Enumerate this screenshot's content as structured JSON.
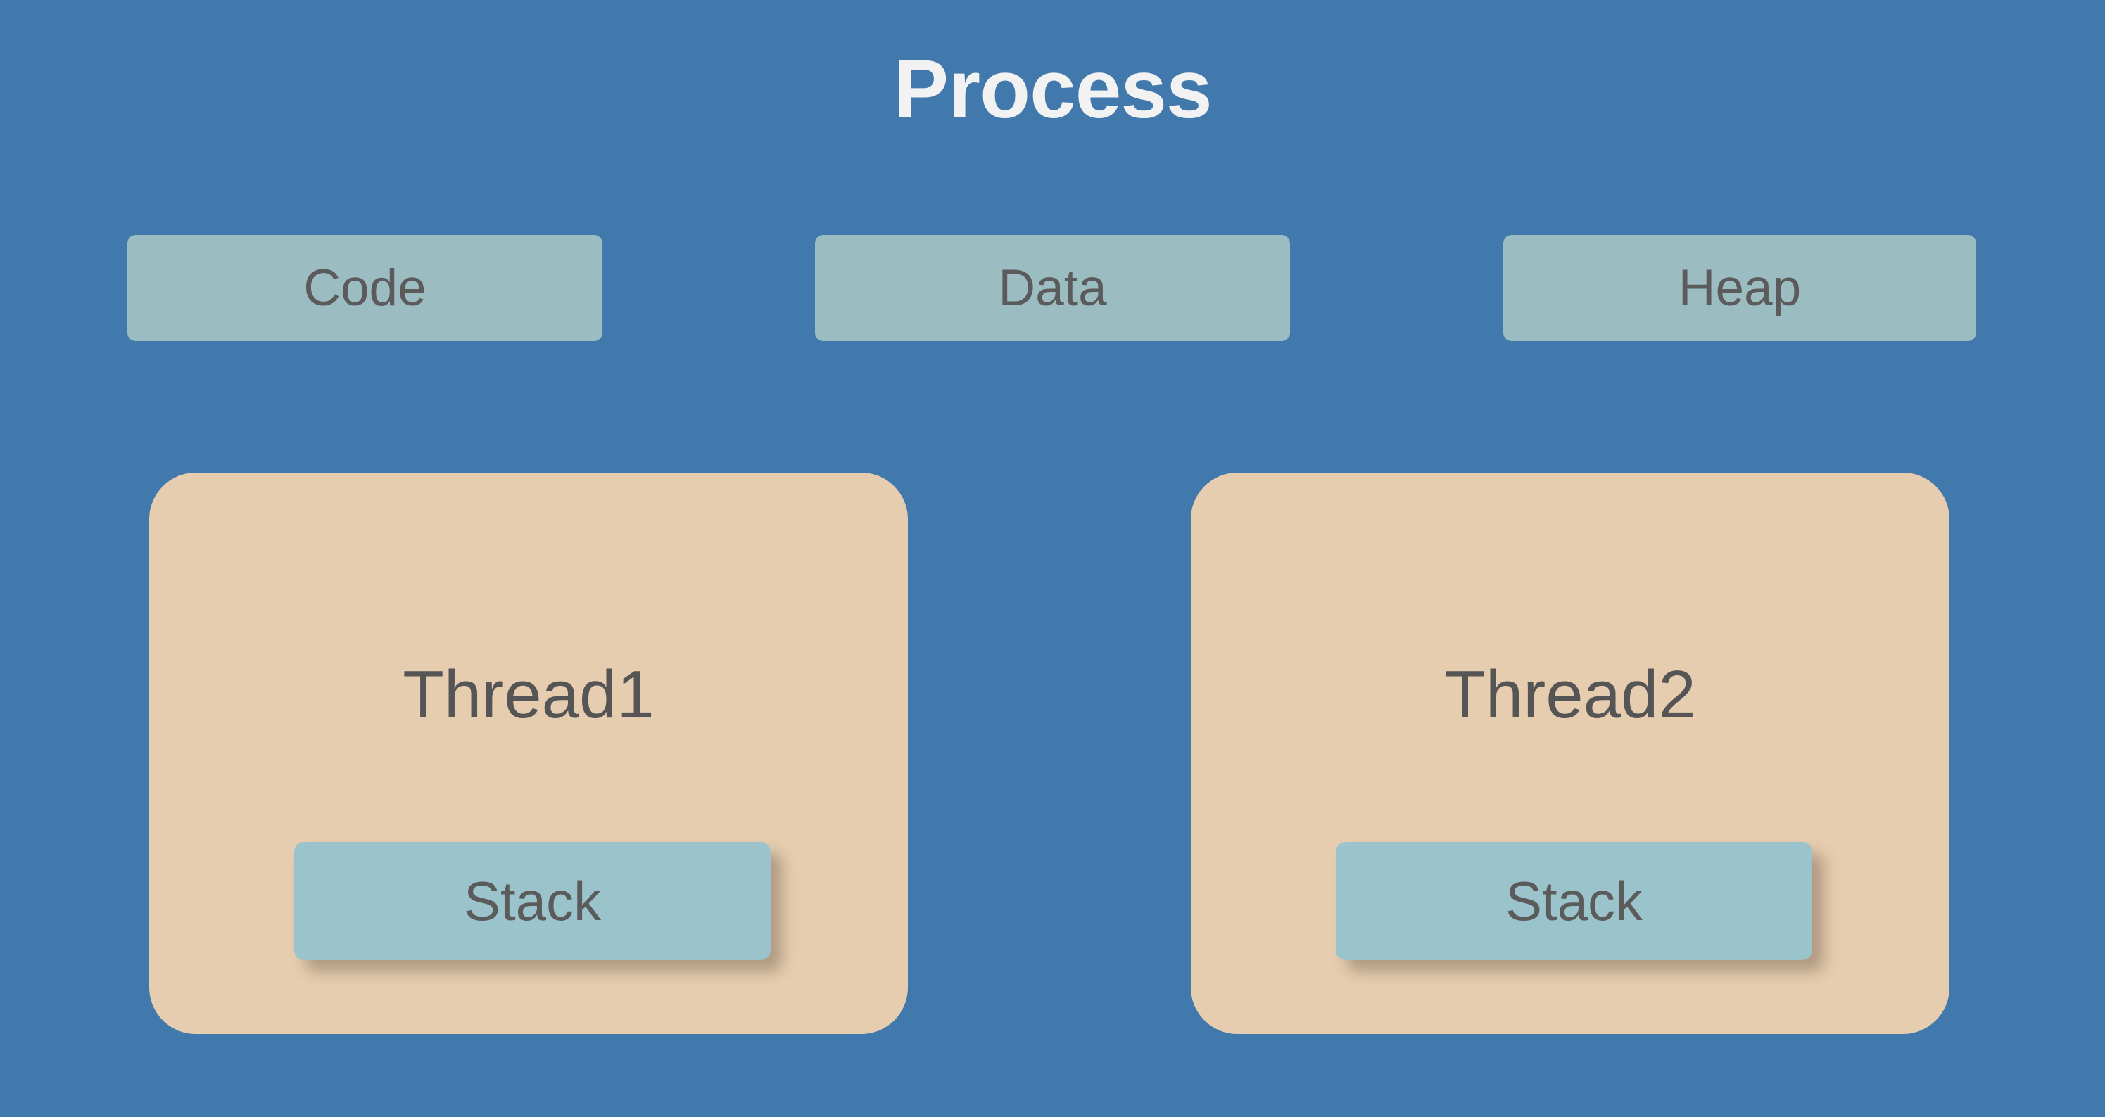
{
  "diagram": {
    "title": "Process",
    "background_color": "#4279AC",
    "title_color": "#F2F2F2",
    "segment_color": "#9BBDC2",
    "thread_color": "#E6CDB0",
    "stack_color": "#9BC3CB",
    "label_color": "#5B5B5B"
  },
  "segments": [
    {
      "label": "Code"
    },
    {
      "label": "Data"
    },
    {
      "label": "Heap"
    }
  ],
  "threads": [
    {
      "label": "Thread1",
      "stack_label": "Stack"
    },
    {
      "label": "Thread2",
      "stack_label": "Stack"
    }
  ]
}
